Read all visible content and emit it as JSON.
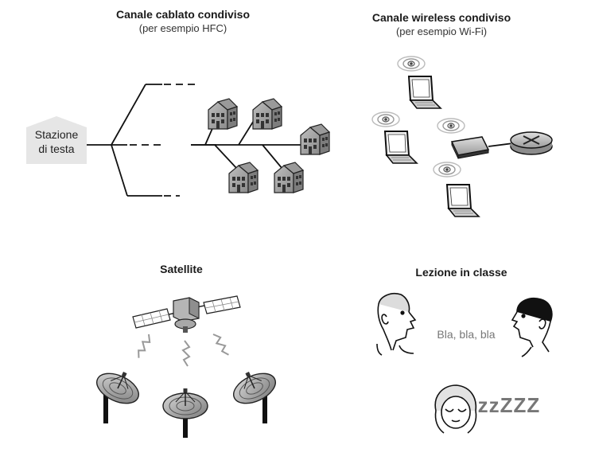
{
  "cable": {
    "title": "Canale cablato condiviso",
    "subtitle": "(per esempio HFC)",
    "headend_line1": "Stazione",
    "headend_line2": "di testa"
  },
  "wireless": {
    "title": "Canale wireless condiviso",
    "subtitle": "(per esempio Wi-Fi)"
  },
  "satellite": {
    "title": "Satellite"
  },
  "classroom": {
    "title": "Lezione in classe",
    "speech": "Bla, bla, bla",
    "sleep": "zzZZZ"
  }
}
